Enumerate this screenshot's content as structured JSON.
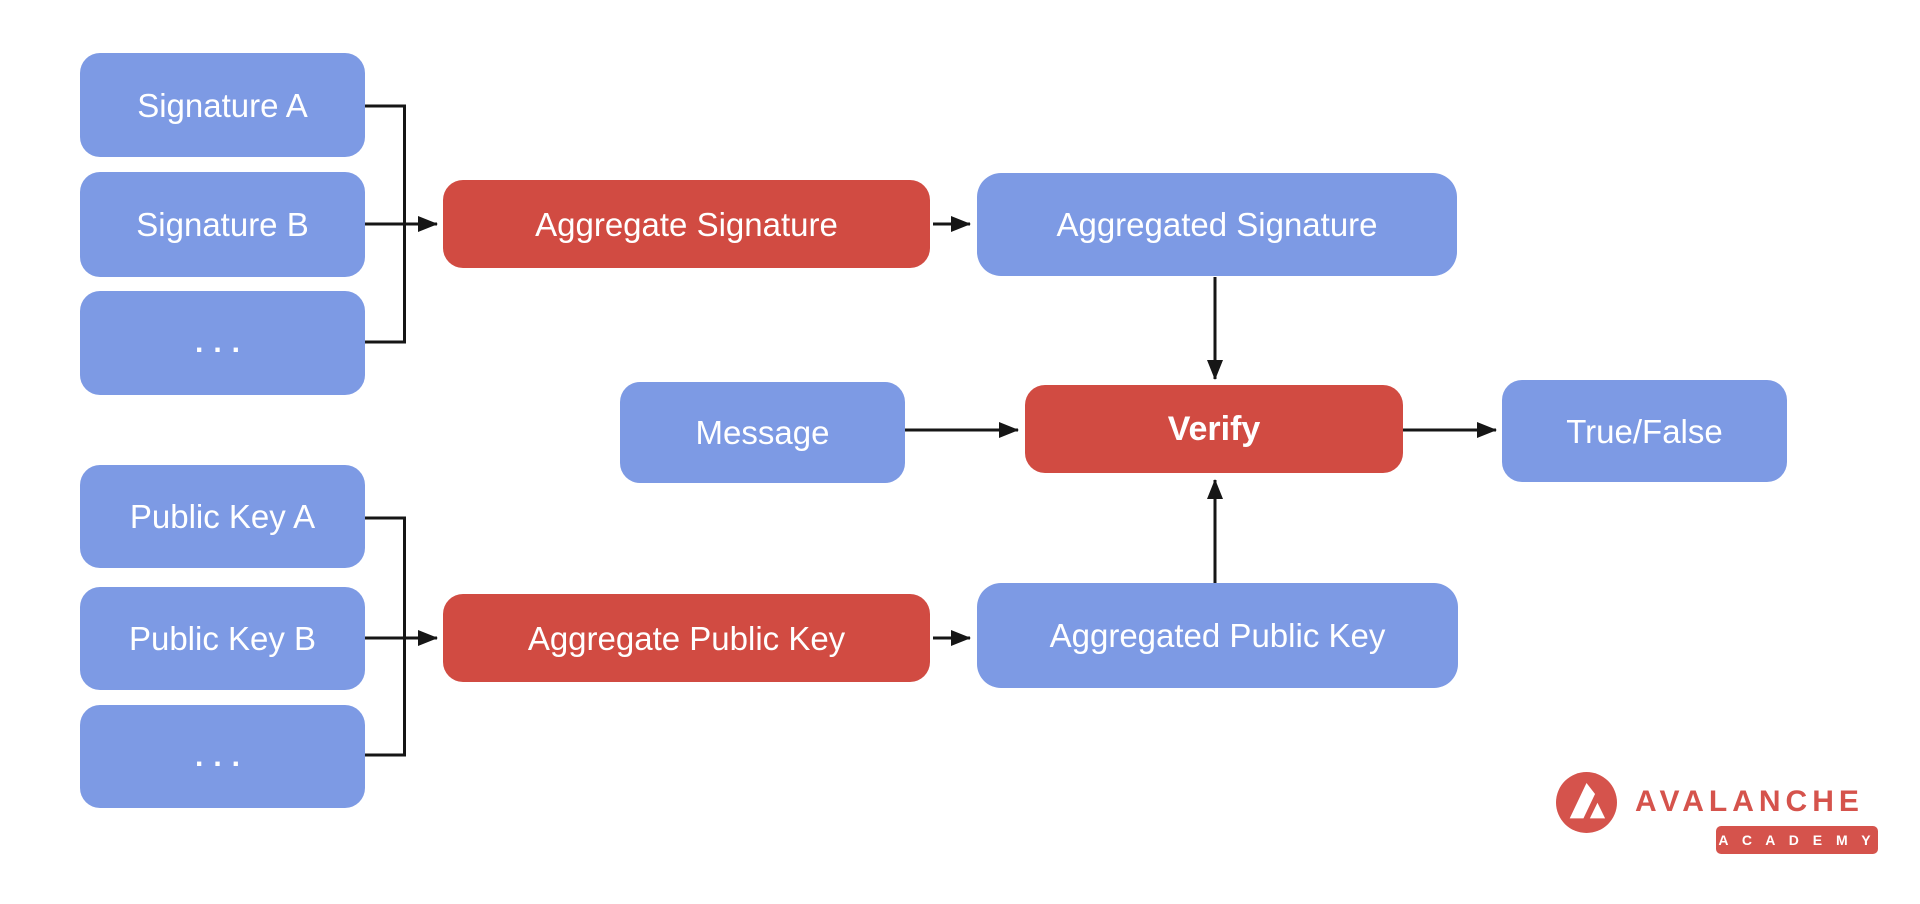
{
  "title": "BLS Signature Aggregation Diagram",
  "colors": {
    "node_blue": "#7D9AE4",
    "node_red": "#D14B42",
    "arrow": "#161616",
    "text": "#FFFFFF",
    "logo_red": "#D5534C",
    "bg": "#FFFFFF"
  },
  "nodes": {
    "signature_a": {
      "label": "Signature A",
      "color": "blue"
    },
    "signature_b": {
      "label": "Signature B",
      "color": "blue"
    },
    "signatures_more": {
      "label": "...",
      "color": "blue"
    },
    "aggregate_signature": {
      "label": "Aggregate Signature",
      "color": "red"
    },
    "aggregated_signature": {
      "label": "Aggregated Signature",
      "color": "blue"
    },
    "message": {
      "label": "Message",
      "color": "blue"
    },
    "verify": {
      "label": "Verify",
      "color": "red",
      "bold": true
    },
    "true_false": {
      "label": "True/False",
      "color": "blue"
    },
    "public_key_a": {
      "label": "Public Key A",
      "color": "blue"
    },
    "public_key_b": {
      "label": "Public Key B",
      "color": "blue"
    },
    "public_keys_more": {
      "label": "...",
      "color": "blue"
    },
    "aggregate_public_key": {
      "label": "Aggregate Public Key",
      "color": "red"
    },
    "aggregated_public_key": {
      "label": "Aggregated Public Key",
      "color": "blue"
    }
  },
  "flows": [
    {
      "from": [
        "Signature A",
        "Signature B",
        "..."
      ],
      "to": "Aggregate Signature"
    },
    {
      "from": "Aggregate Signature",
      "to": "Aggregated Signature"
    },
    {
      "from": "Aggregated Signature",
      "to": "Verify"
    },
    {
      "from": [
        "Public Key A",
        "Public Key B",
        "..."
      ],
      "to": "Aggregate Public Key"
    },
    {
      "from": "Aggregate Public Key",
      "to": "Aggregated Public Key"
    },
    {
      "from": "Aggregated Public Key",
      "to": "Verify"
    },
    {
      "from": "Message",
      "to": "Verify"
    },
    {
      "from": "Verify",
      "to": "True/False"
    }
  ],
  "logo": {
    "brand": "AVALANCHE",
    "badge": "A C A D E M Y"
  }
}
